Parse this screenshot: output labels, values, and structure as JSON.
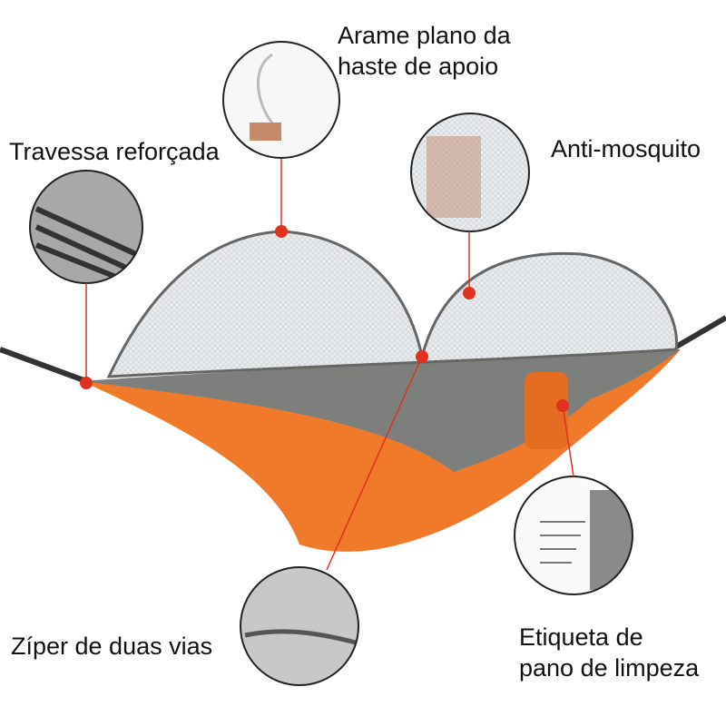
{
  "labels": {
    "wire": [
      "Arame plano da",
      "haste de apoio"
    ],
    "crossbar": "Travessa reforçada",
    "mosquito": "Anti-mosquito",
    "zipper": "Zíper de duas vias",
    "tag": [
      "Etiqueta de",
      "pano de limpeza"
    ]
  },
  "colors": {
    "orange": "#f07a2a",
    "grey": "#7d7f7c",
    "marker": "#e0311e"
  }
}
